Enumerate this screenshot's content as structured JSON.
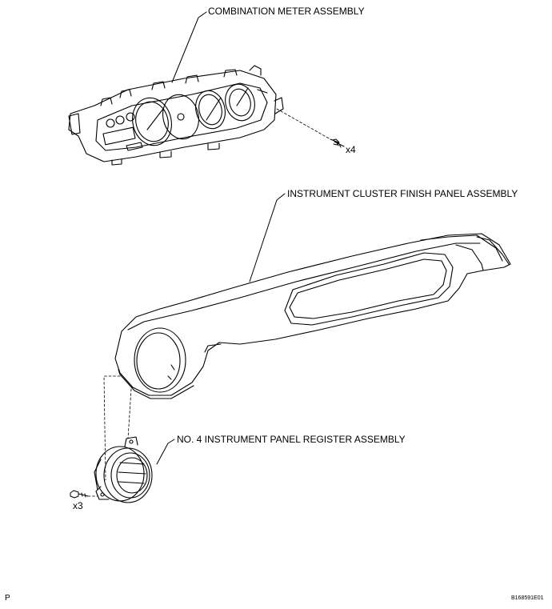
{
  "callouts": {
    "meter": "COMBINATION METER ASSEMBLY",
    "panel": "INSTRUMENT CLUSTER FINISH PANEL ASSEMBLY",
    "register": "NO. 4 INSTRUMENT PANEL REGISTER ASSEMBLY"
  },
  "quantities": {
    "meter_screws": "x4",
    "register_screws": "x3"
  },
  "footer": {
    "corner_mark": "P",
    "figure_code": "B168591E01"
  }
}
